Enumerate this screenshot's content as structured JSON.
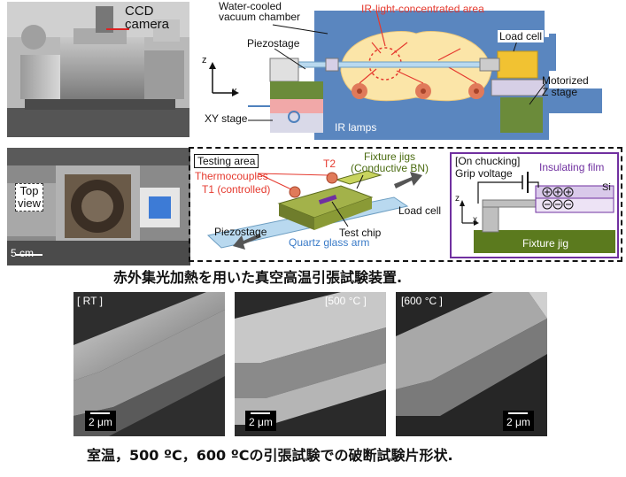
{
  "top_photo": {
    "camera_label": "CCD\ncamera"
  },
  "chamber_diagram": {
    "chamber_label": "Water-cooled\nvacuum chamber",
    "ir_area_label": "IR-light-concentrated area",
    "piezostage_label": "Piezostage",
    "load_cell_label": "Load cell",
    "motorized_z_label": "Motorized\nZ stage",
    "xy_stage_label": "XY stage",
    "ir_lamps_label": "IR lamps",
    "axis_z": "z",
    "axis_x": "x"
  },
  "mid_photo": {
    "top_view_label": "Top\nview",
    "scale_label": "5 cm"
  },
  "testing_area": {
    "title": "Testing area",
    "t2_label": "T2",
    "thermocouples_label": "Thermocouples",
    "t1_label": "T1 (controlled)",
    "fixture_jigs_label": "Fixture jigs\n(Conductive BN)",
    "load_cell_label": "Load cell",
    "piezostage_label": "Piezostage",
    "quartz_label": "Quartz glass arm",
    "test_chip_label": "Test chip"
  },
  "chucking": {
    "title": "[On chucking]",
    "grip_voltage_label": "Grip voltage",
    "insulating_film_label": "Insulating film",
    "si_label": "Si",
    "axis_z": "z",
    "axis_x": "x",
    "fixture_jig_label": "Fixture jig"
  },
  "caption1": "赤外集光加熱を用いた真空高温引張試験装置.",
  "sem": [
    {
      "tag": "[ RT ]",
      "scale": "2 μm"
    },
    {
      "tag": "[500 °C ]",
      "scale": "2 μm"
    },
    {
      "tag": "[600 °C ]",
      "scale": "2 μm"
    }
  ],
  "caption2": "室温，500 ºC，600 ºCの引張試験での破断試験片形状.",
  "colors": {
    "chamber_blue": "#4f81bd",
    "ir_yellow": "#fbe5a8",
    "red": "#e53a2f",
    "green": "#6b8b3a",
    "purple": "#7030a0",
    "olive": "#5b7a1e"
  }
}
